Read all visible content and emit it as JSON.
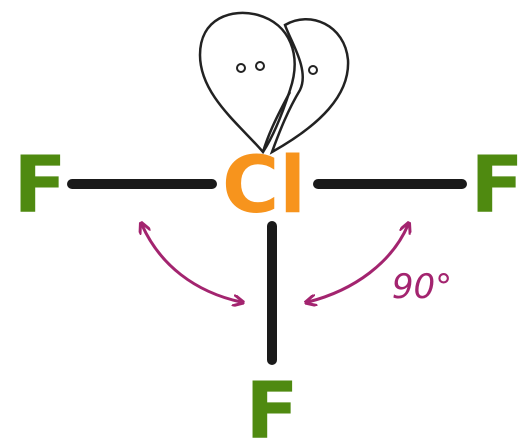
{
  "molecule": {
    "central_atom": {
      "symbol": "Cl"
    },
    "ligands": [
      {
        "symbol": "F"
      },
      {
        "symbol": "F"
      },
      {
        "symbol": "F"
      }
    ],
    "lone_pair_count": 2,
    "angle_label": "90°"
  },
  "colors": {
    "fluorine": "#4f8a10",
    "chlorine": "#f7941d",
    "bond": "#1a1a1a",
    "lone_pair": "#222222",
    "angle_arrow": "#a3246f",
    "background": "#ffffff"
  }
}
